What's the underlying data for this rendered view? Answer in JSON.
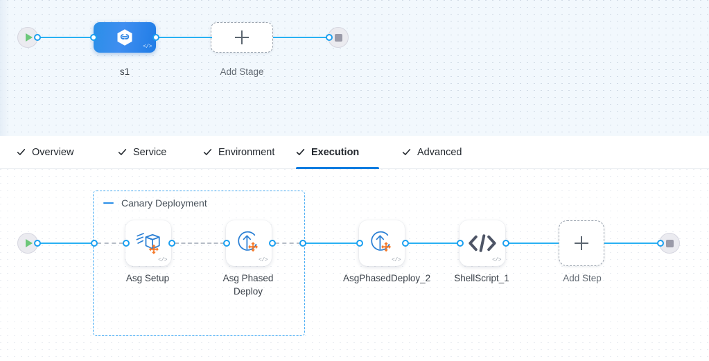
{
  "colors": {
    "accent_blue": "#29b0f2",
    "tab_active_underline": "#0a7de0",
    "stage_gradient_from": "#2a8fe8",
    "stage_gradient_to": "#1f7ce6",
    "group_border": "#4aaef5",
    "icon_orange": "#f4792b",
    "icon_blue": "#2a7fd4",
    "start_play": "#6dc77a",
    "stop_square": "#9a9aa8",
    "canvas_top_bg": "#f2f8fd",
    "canvas_bottom_bg": "#ffffff"
  },
  "stage_canvas": {
    "start_node": {
      "icon": "play-icon"
    },
    "end_node": {
      "icon": "stop-icon"
    },
    "stage": {
      "label": "s1",
      "icon": "harness-hexagon-icon",
      "code_badge": "</>"
    },
    "add_stage": {
      "label": "Add Stage",
      "icon": "plus-icon"
    }
  },
  "tabs": [
    {
      "label": "Overview",
      "icon": "check-icon",
      "active": false
    },
    {
      "label": "Service",
      "icon": "check-icon",
      "active": false
    },
    {
      "label": "Environment",
      "icon": "check-icon",
      "active": false
    },
    {
      "label": "Execution",
      "icon": "check-icon",
      "active": true
    },
    {
      "label": "Advanced",
      "icon": "check-icon",
      "active": false
    }
  ],
  "execution_canvas": {
    "start_node": {
      "icon": "play-icon"
    },
    "end_node": {
      "icon": "stop-icon"
    },
    "group": {
      "title": "Canary Deployment",
      "collapse_icon": "minus-icon"
    },
    "steps": [
      {
        "label": "Asg Setup",
        "icon": "asg-setup-icon",
        "code_badge": "</>",
        "in_group": true
      },
      {
        "label": "Asg Phased Deploy",
        "icon": "asg-phased-deploy-icon",
        "code_badge": "</>",
        "in_group": true
      },
      {
        "label": "AsgPhasedDeploy_2",
        "icon": "asg-phased-deploy-icon",
        "code_badge": "</>",
        "in_group": false
      },
      {
        "label": "ShellScript_1",
        "icon": "shell-script-icon",
        "code_badge": "</>",
        "in_group": false
      }
    ],
    "add_step": {
      "label": "Add Step",
      "icon": "plus-icon"
    }
  }
}
